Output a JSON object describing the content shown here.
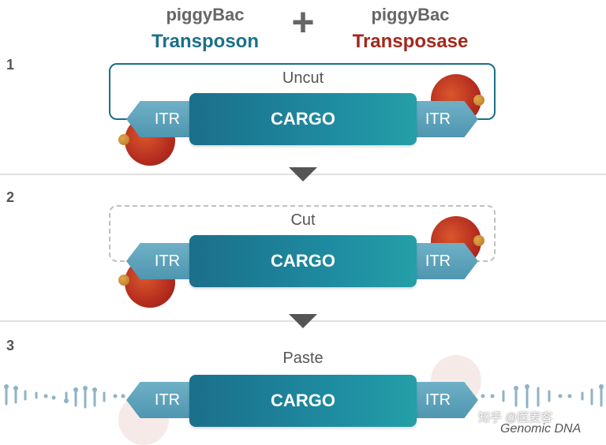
{
  "header": {
    "left_sub": "piggyBac",
    "left_main": "Transposon",
    "plus": "+",
    "right_sub": "piggyBac",
    "right_main": "Transposase"
  },
  "steps": [
    {
      "number": "1",
      "label": "Uncut"
    },
    {
      "number": "2",
      "label": "Cut"
    },
    {
      "number": "3",
      "label": "Paste"
    }
  ],
  "construct": {
    "itr": "ITR",
    "cargo": "CARGO"
  },
  "genomic_label": "Genomic DNA",
  "watermark": "知乎 @医麦客",
  "colors": {
    "transposon_blue": "#1a7189",
    "transposase_red": "#a3281c",
    "itr_blue": "#5fa3bb",
    "cargo_teal": "#1e8aa0"
  }
}
